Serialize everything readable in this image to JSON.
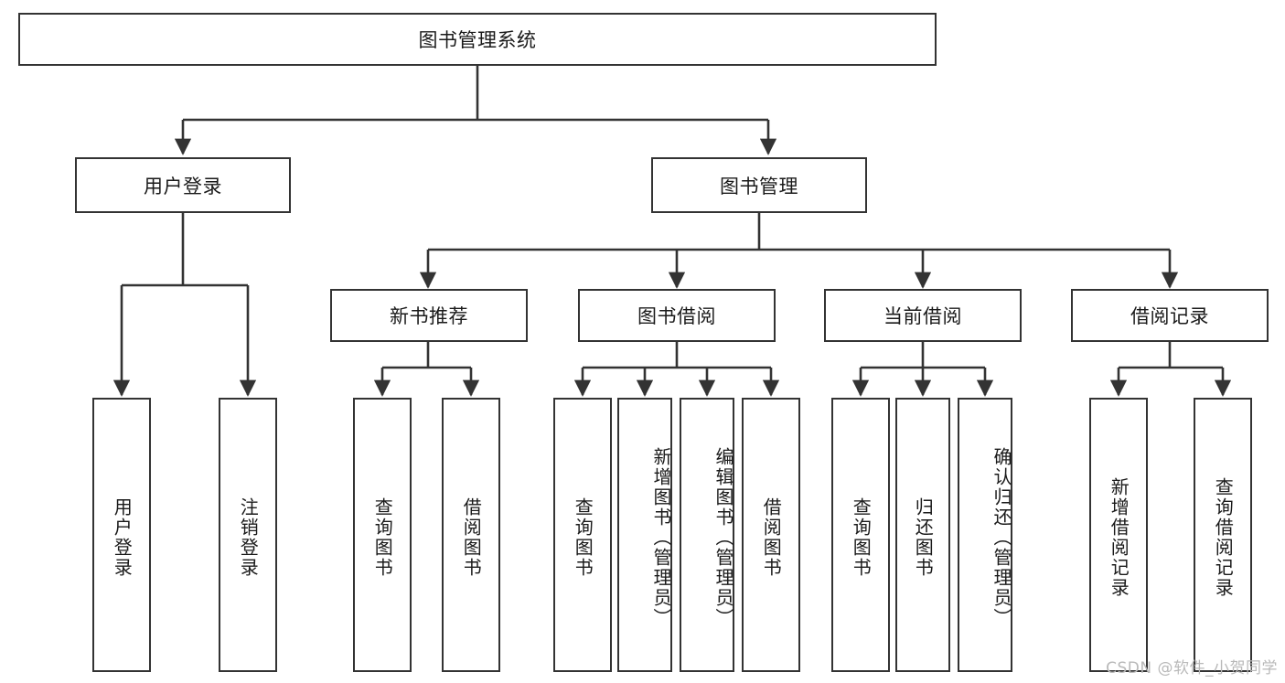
{
  "diagram": {
    "title": "图书管理系统",
    "type": "tree",
    "root": {
      "label": "图书管理系统"
    },
    "level2": [
      {
        "label": "用户登录"
      },
      {
        "label": "图书管理"
      }
    ],
    "level3": [
      {
        "label": "新书推荐"
      },
      {
        "label": "图书借阅"
      },
      {
        "label": "当前借阅"
      },
      {
        "label": "借阅记录"
      }
    ],
    "leaves": {
      "user_login": [
        {
          "label": "用户登录"
        },
        {
          "label": "注销登录"
        }
      ],
      "new_book_rec": [
        {
          "label": "查询图书"
        },
        {
          "label": "借阅图书"
        }
      ],
      "book_borrow": [
        {
          "label": "查询图书"
        },
        {
          "label": "新增图书（管理员）"
        },
        {
          "label": "编辑图书（管理员）"
        },
        {
          "label": "借阅图书"
        }
      ],
      "current_borrow": [
        {
          "label": "查询图书"
        },
        {
          "label": "归还图书"
        },
        {
          "label": "确认归还（管理员）"
        }
      ],
      "borrow_record": [
        {
          "label": "新增借阅记录"
        },
        {
          "label": "查询借阅记录"
        }
      ]
    },
    "watermark": "CSDN @软件_小贺同学",
    "colors": {
      "stroke": "#333333",
      "fill": "#ffffff",
      "text": "#1a1a1a",
      "watermark": "#b9b9b9"
    }
  }
}
